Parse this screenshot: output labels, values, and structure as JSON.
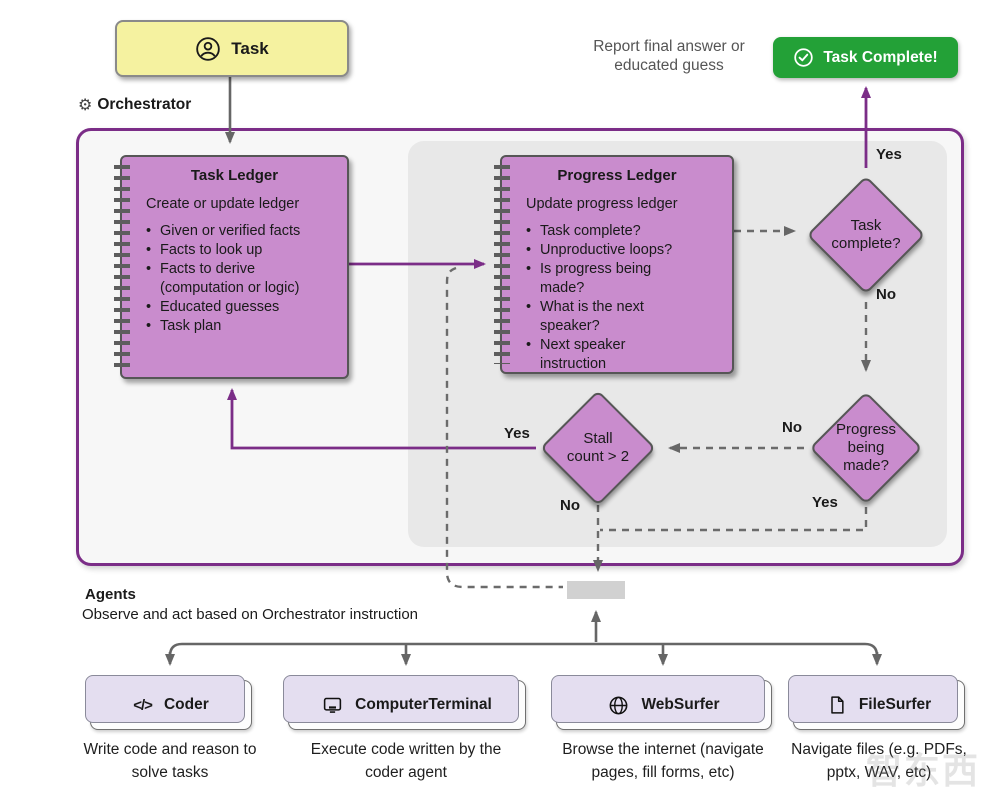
{
  "colors": {
    "accent_purple": "#7b2d87",
    "node_fill": "#c98ccd",
    "task_yellow": "#f5f2a0",
    "complete_green": "#23a137",
    "wire_gray": "#666666"
  },
  "task_box": {
    "label": "Task"
  },
  "orchestrator": {
    "label": "Orchestrator"
  },
  "report_note": {
    "text": "Report final answer or educated guess"
  },
  "task_complete_button": {
    "label": "Task Complete!"
  },
  "task_ledger": {
    "title": "Task Ledger",
    "subtitle": "Create or update ledger",
    "items": [
      "Given or verified facts",
      "Facts to look up",
      "Facts to derive (computation or logic)",
      "Educated guesses",
      "Task plan"
    ]
  },
  "progress_ledger": {
    "title": "Progress Ledger",
    "subtitle": "Update progress ledger",
    "items": [
      "Task complete?",
      "Unproductive loops?",
      "Is progress being made?",
      "What is the next speaker?",
      "Next speaker instruction"
    ]
  },
  "decisions": {
    "task_complete": {
      "label": "Task complete?",
      "yes": "Yes",
      "no": "No"
    },
    "progress": {
      "label": "Progress being made?",
      "yes": "Yes",
      "no": "No"
    },
    "stall": {
      "label": "Stall count > 2",
      "yes": "Yes",
      "no": "No"
    }
  },
  "agents_section": {
    "title": "Agents",
    "subtitle": "Observe and act based on Orchestrator instruction"
  },
  "agents": [
    {
      "name": "Coder",
      "icon": "code-icon",
      "caption": "Write code and reason to solve tasks"
    },
    {
      "name": "ComputerTerminal",
      "icon": "monitor-icon",
      "caption": "Execute code written by the coder agent"
    },
    {
      "name": "WebSurfer",
      "icon": "globe-icon",
      "caption": "Browse the internet (navigate pages, fill forms, etc)"
    },
    {
      "name": "FileSurfer",
      "icon": "file-icon",
      "caption": "Navigate files (e.g. PDFs, pptx, WAV, etc)"
    }
  ],
  "watermark": {
    "text": "智东西"
  }
}
